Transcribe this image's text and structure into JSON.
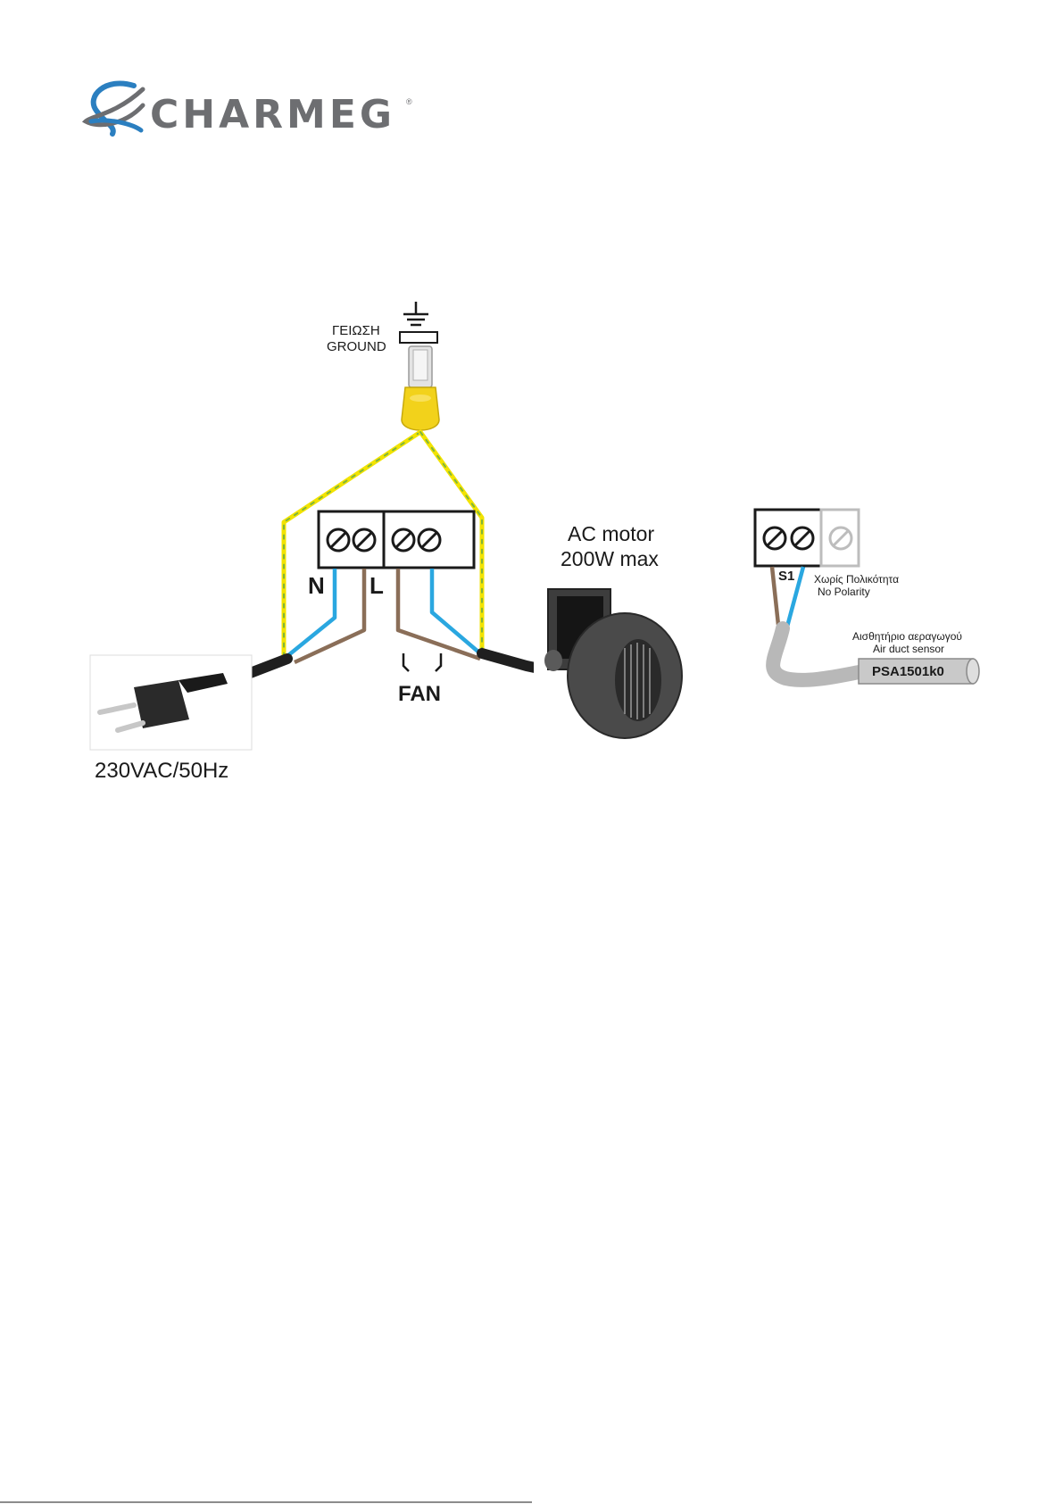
{
  "logo": {
    "text": "CHARMEG",
    "reg": "®",
    "brand_colors": {
      "swirl": "#2b7fc0",
      "grey": "#6d6e71"
    }
  },
  "ground": {
    "label_gr": "ΓΕΙΩΣΗ",
    "label_en": "GROUND",
    "icon": "ground-icon"
  },
  "terminals": {
    "n": "N",
    "l": "L",
    "fan": "FAN"
  },
  "motor": {
    "line1": "AC motor",
    "line2": "200W max",
    "icon": "blower-fan-icon"
  },
  "power": {
    "label": "230VAC/50Hz",
    "icon": "schuko-plug-icon"
  },
  "sensor": {
    "terminal": "S1",
    "polarity_gr": "Χωρίς Πολικότητα",
    "polarity_en": "No Polarity",
    "title_gr": "Αισθητήριο αεραγωγού",
    "title_en": "Air duct sensor",
    "code": "PSA1501k0"
  },
  "wire_colors": {
    "live": "#8a6e58",
    "neutral": "#2aa7e0",
    "earth_yellow": "#f2e300",
    "earth_green": "#7fb53c",
    "cable": "#1f1f1f"
  }
}
